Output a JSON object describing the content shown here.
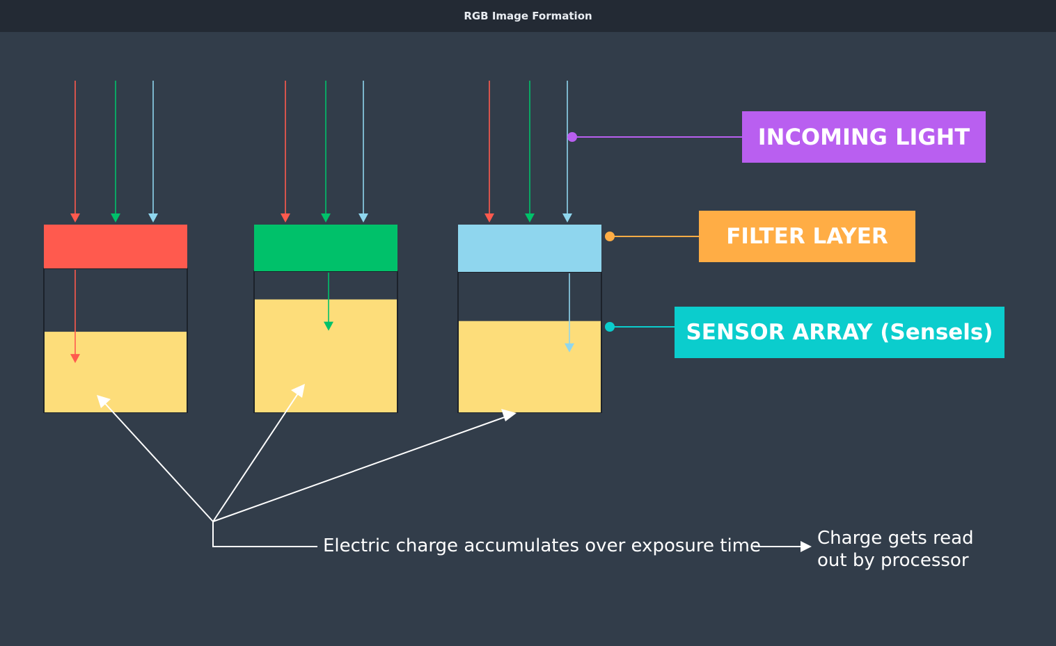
{
  "window": {
    "title": "RGB Image Formation"
  },
  "labels": {
    "incoming_light": "INCOMING LIGHT",
    "filter_layer": "FILTER LAYER",
    "sensor_array": "SENSOR ARRAY (Sensels)"
  },
  "captions": {
    "charge_accumulates": "Electric charge accumulates over exposure time",
    "readout_line1": "Charge gets read",
    "readout_line2": "out by processor"
  },
  "colors": {
    "background": "#323d4a",
    "titlebar": "#232a34",
    "red": "#ff5a4e",
    "green": "#00c16a",
    "blue": "#8fd6ee",
    "charge_fill": "#fddd7a",
    "incoming_light": "#b95ff0",
    "filter_layer": "#ffad45",
    "sensor_array": "#0bcdcd",
    "connector": "#ffffff"
  },
  "sensels": [
    {
      "filter": "red",
      "charge_level": 0.56
    },
    {
      "filter": "green",
      "charge_level": 0.8
    },
    {
      "filter": "blue",
      "charge_level": 0.65
    }
  ]
}
